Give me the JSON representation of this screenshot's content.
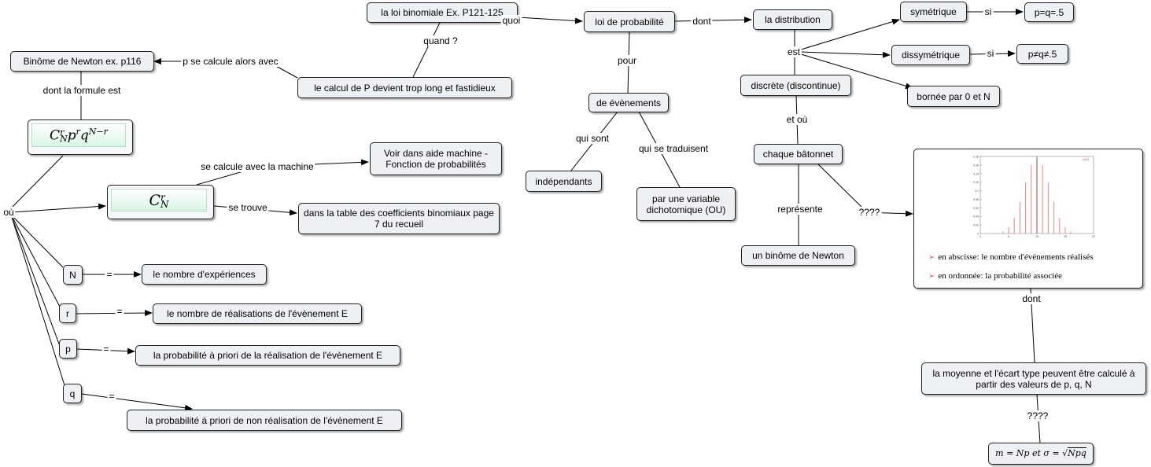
{
  "nodes": {
    "binomiale": "la loi binomiale Ex. P121-125",
    "loi_prob": "loi de probabilité",
    "distribution": "la distribution",
    "symetrique": "symétrique",
    "pq_eq": "p=q=.5",
    "dissymetrique": "dissymétrique",
    "pq_neq": "p≠q≠.5",
    "bornee": "bornée par 0 et N",
    "discrete": "discrète (discontinue)",
    "chaque": "chaque bâtonnet",
    "binome_newton": "un binôme de Newton",
    "evenements": "de évènements",
    "independants": "indépendants",
    "dichotomique": "par une variable dichotomique (OU)",
    "binome_ex": "Binôme de Newton ex. p116",
    "calcul_long": "le calcul de P devient trop long et fastidieux",
    "machine": "Voir dans aide machine - Fonction de probabilités",
    "table": "dans la table des coefficients binomiaux page 7 du recueil",
    "N": "N",
    "N_def": "le nombre d'expériences",
    "r": "r",
    "r_def": "le nombre de réalisations de l'évènement E",
    "p": "p",
    "p_def": "la probabilité à priori de la réalisation de l'évènement E",
    "q": "q",
    "q_def": "la probabilité à priori de non réalisation de l'évènement E",
    "moyenne": "la moyenne et l'écart type peuvent être calculé à partir des valeurs de p, q, N",
    "formula_final_a": "m = Np et σ = ",
    "formula_final_b": "Npq"
  },
  "links": {
    "quoi": "quoi",
    "dont1": "dont",
    "quand": "quand ?",
    "pour": "pour",
    "est": "est",
    "si1": "si",
    "si2": "si",
    "et_ou": "et où",
    "qui_sont": "qui sont",
    "qui_traduisent": "qui se traduisent",
    "represente": "représente",
    "qqqq1": "????",
    "p_se_calcule": "p se calcule alors avec",
    "dont_formule": "dont la formule est",
    "ou": "où",
    "se_calcule_machine": "se calcule avec la machine",
    "se_trouve": "se trouve",
    "eq1": "=",
    "eq2": "=",
    "eq3": "=",
    "eq4": "=",
    "dont2": "dont",
    "qqqq2": "????"
  },
  "image_bullets": {
    "abscisse": "en abscisse: le nombre d'événements réalisés",
    "ordonnee": "en ordonnée: la probabilité associée"
  },
  "chart_data": {
    "type": "bar",
    "title": "",
    "xlabel": "",
    "ylabel": "",
    "legend": "pa(0)",
    "x": [
      0,
      1,
      2,
      3,
      4,
      5,
      6,
      7,
      8,
      9,
      10,
      11,
      12,
      13,
      14,
      15,
      16,
      17,
      18,
      19,
      20
    ],
    "values": [
      0.0,
      0.0,
      0.0002,
      0.0011,
      0.0046,
      0.0148,
      0.037,
      0.0739,
      0.1201,
      0.1602,
      0.1762,
      0.1602,
      0.1201,
      0.0739,
      0.037,
      0.0148,
      0.0046,
      0.0011,
      0.0002,
      0.0,
      0.0
    ],
    "xlim": [
      0,
      20
    ],
    "ylim": [
      0,
      0.18
    ],
    "yticks": [
      "0",
      "0.02",
      "0.04",
      "0.06",
      "0.08",
      "0.1",
      "0.12",
      "0.14",
      "0.16",
      "0.18"
    ],
    "xticks": [
      "0",
      "5",
      "10",
      "15",
      "20"
    ],
    "colors": {
      "bars": "#f08c8c",
      "mean_line": "#333333"
    }
  }
}
